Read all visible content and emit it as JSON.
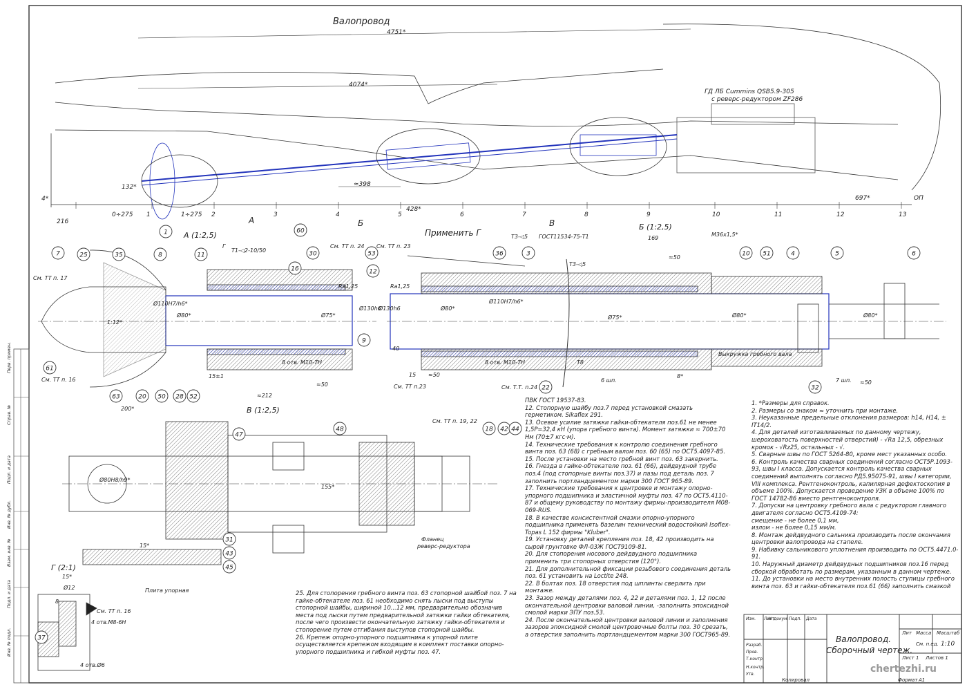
{
  "drawing": {
    "section_main_title": "Валопровод",
    "engine_label_1": "ГД ЛБ Cummins QSB5.9-305",
    "engine_label_2": "с реверс-редуктором ZF286",
    "dim_4751": "4751*",
    "dim_4074": "4074*",
    "dim_398": "≈398",
    "dim_132": "132*",
    "dim_4": "4*",
    "dim_216": "216",
    "dim_428": "428*",
    "dim_697": "697*",
    "frames": [
      "0÷275",
      "1",
      "1÷275",
      "2",
      "3",
      "4",
      "5",
      "6",
      "7",
      "8",
      "9",
      "10",
      "11",
      "12",
      "13"
    ],
    "op_label": "ОП",
    "view_A": "А",
    "view_B": "Б",
    "view_V": "В",
    "apply_G": "Применить Г",
    "view_A_title": "А (1:2,5)",
    "view_B_title": "Б (1:2,5)",
    "view_V_title": "В (1:2,5)",
    "view_G_title": "Г (2:1)",
    "callouts": [
      "1",
      "60",
      "7",
      "25",
      "35",
      "8",
      "11",
      "16",
      "30",
      "53",
      "12",
      "9",
      "61",
      "63",
      "20",
      "50",
      "28",
      "52",
      "36",
      "3",
      "4",
      "10",
      "51",
      "5",
      "6",
      "22",
      "32",
      "47",
      "48",
      "18",
      "42",
      "44",
      "31",
      "43",
      "45",
      "37"
    ],
    "notes_A": [
      "См. ТТ п. 17",
      "См. ТТ п. 16",
      "См. ТТ п. 24",
      "См. ТТ п. 23",
      "Т1-◁2-10/50",
      "Ra1,25",
      "8 отв. М10-7Н",
      "15±1",
      "≈212",
      "≈50",
      "Г",
      "1:12*",
      "Ø80*",
      "Ø110Н7/h6*",
      "Ø75*",
      "Ø130h6"
    ],
    "notes_B": [
      "Т3-◁5",
      "ГОСТ11534-75-Т1",
      "169",
      "≈50",
      "М36х1,5*",
      "Т3-◁5",
      "Ra1,25",
      "40",
      "15",
      "≈50",
      "8 отв. М10-7Н",
      "См. ТТ п.23",
      "См. Т.Т. п.24",
      "Т8",
      "Выкружка гребного вала",
      "6 шп.",
      "8*",
      "7 шп.",
      "≈50",
      "Ø130h6",
      "Ø80*",
      "Ø110Н7/h6*",
      "Ø75*",
      "Ø80*",
      "Ø80*"
    ],
    "notes_V": [
      "200*",
      "См. ТТ п. 19, 22",
      "Ø80Н8/h9*",
      "155*",
      "15*",
      "Фланец",
      "реверс-редуктора",
      "Плита упорная"
    ],
    "notes_G": [
      "15*",
      "Ø12",
      "8",
      "См. ТТ п. 16",
      "4 отв.М8-6Н",
      "4 отв.Ø6"
    ]
  },
  "tech_requirements": {
    "col1": [
      "ПВК ГОСТ 19537-83.",
      "12. Стопорную шайбу поз.7 перед установкой смазать герметиком. Sikaflex 291.",
      "13. Осевое усилие затяжки гайки-обтекателя поз.61 не менее 1,5Р=32,4 кН (упора гребного винта). Момент затяжки ≈ 700±70 Нм (70±7 кгс·м).",
      "14. Технические требования к контролю соединения гребного винта поз. 63 (68) с гребным валом поз. 60 (65) по ОСТ5.4097-85.",
      "15. После установки на место гребной винт поз. 63 закернить.",
      "16. Гнезда в гайке-обтекателе поз. 61 (66), дейдвудной трубе поз.4 (под стопорные винты поз.37) и пазы под деталь поз. 7 заполнить портландцементом марки 300 ГОСТ 965-89.",
      "17. Технические требования к центровке и монтажу опорно-упорного подшипника и эластичной муфты поз. 47 по ОСТ5.4110-87 и общему руководству по монтажу фирмы-производителя М08-069-RUS.",
      "18. В качестве консистентной смазки опорно-упорного подшипника применять базелин технический водостойкий Isoflex-Topas L 152 фирмы \"Kluber\".",
      "19. Установку деталей крепления поз. 18, 42 производить на сырой грунтовке ФЛ-03Ж ГОСТ9109-81.",
      "20. Для стопорения носового дейдвудного подшипника применить три стопорных отверстия (120°).",
      "21. Для дополнительной фиксации резьбового соединения деталь поз. 61 установить на Loctite 248.",
      "22. В болтах поз. 18 отверстия под шплинты сверлить при монтаже.",
      "23. Зазор между деталями поз. 4, 22 и деталями поз. 1, 12 после окончательной центровки валовой линии, -заполнить эпоксидной смолой марки ЭПУ поз.53.",
      "24. После окончательной центровки валовой линии и заполнения зазоров эпоксидной смолой центровочные болты поз. 30 срезать, а отверстия заполнить портландцементом марки 300 ГОСТ965-89."
    ],
    "col2": [
      "1. *Размеры для справок.",
      "2. Размеры со знаком ≈ уточнить при монтаже.",
      "3. Неуказанные предельные отклонения размеров: h14, H14, ± IT14/2.",
      "4. Для деталей изготавливаемых по данному чертежу, шероховатость поверхностей отверстий) - √Ra 12,5, обрезных кромок - √Rz25, остальных - √.",
      "5. Сварные швы по ГОСТ 5264-80, кроме мест указанных особо.",
      "6. Контроль качества сварных соединений согласно ОСТ5Р.1093-93, швы I класса. Допускается контроль качества сварных соединений выполнять согласно РД5.95075-91, швы I категории, VIII комплекса. Рентгеноконтроль, капилярная дефектоскопия в объеме 100%. Допускается проведение УЗК в объеме 100% по ГОСТ 14782-86 вместо рентгеноконтроля.",
      "7. Допуски на центровку гребного вала с редуктором главного двигателя согласно ОСТ5.4109-74:",
      "смещение - не более 0,1 мм,",
      "излом - не более 0,15 мм/м.",
      "8. Монтаж дейдвудного сальника производить после окончания центровки валопровода на стапеле.",
      "9. Набивку сальникового уплотнения производить по ОСТ5.4471.0-91.",
      "10. Наружный диаметр дейдвудных подшипников поз.16 перед сборкой обработать по размерам, указанным в данном чертеже.",
      "11. До установки на место внутренних полость ступицы гребного винта поз. 63 и гайки-обтекателя поз.61 (66) заполнить смазкой"
    ],
    "col3": [
      "25. Для стопорения гребного винта поз. 63 стопорной шайбой поз. 7 на гайке-обтекателе поз. 61 необходимо снять лыски под выступы стопорной шайбы, шириной 10...12 мм, предварительно обозначив места под лыски путем предварительной затяжки гайки обтекателя, после чего произвести окончательную затяжку гайки-обтекателя и стопорение путем отгибания выступов стопорной шайбы.",
      "26. Крепеж опорно-упорного подшипника к упорной плите осуществляется крепежом входящим в комплект поставки опорно-упорного подшипника и гибкой муфты поз. 47."
    ]
  },
  "title_block": {
    "title_1": "Валопровод.",
    "title_2": "Сборочный чертеж.",
    "lit_header": "Лит",
    "mass_header": "Масса",
    "scale_header": "Масштаб",
    "scale_value": "1:10",
    "mass_value": "См. п.ед.",
    "sheet": "Лист 1",
    "sheets": "Листов 1",
    "rows": [
      "Изм.",
      "Лист",
      "№ докум.",
      "Подп.",
      "Дата",
      "Разраб.",
      "Пров.",
      "Т.контр.",
      "Н.контр.",
      "Утв."
    ],
    "copy_label": "Копировал",
    "format_label": "Формат",
    "format_value": "А1",
    "watermark": "chertezhi.ru"
  },
  "side_strip": [
    "Перв. примен.",
    "Справ. №",
    "Подп. и дата",
    "Инв. № дубл.",
    "Взам. инв. №",
    "Подп. и дата",
    "Инв. № подл."
  ]
}
